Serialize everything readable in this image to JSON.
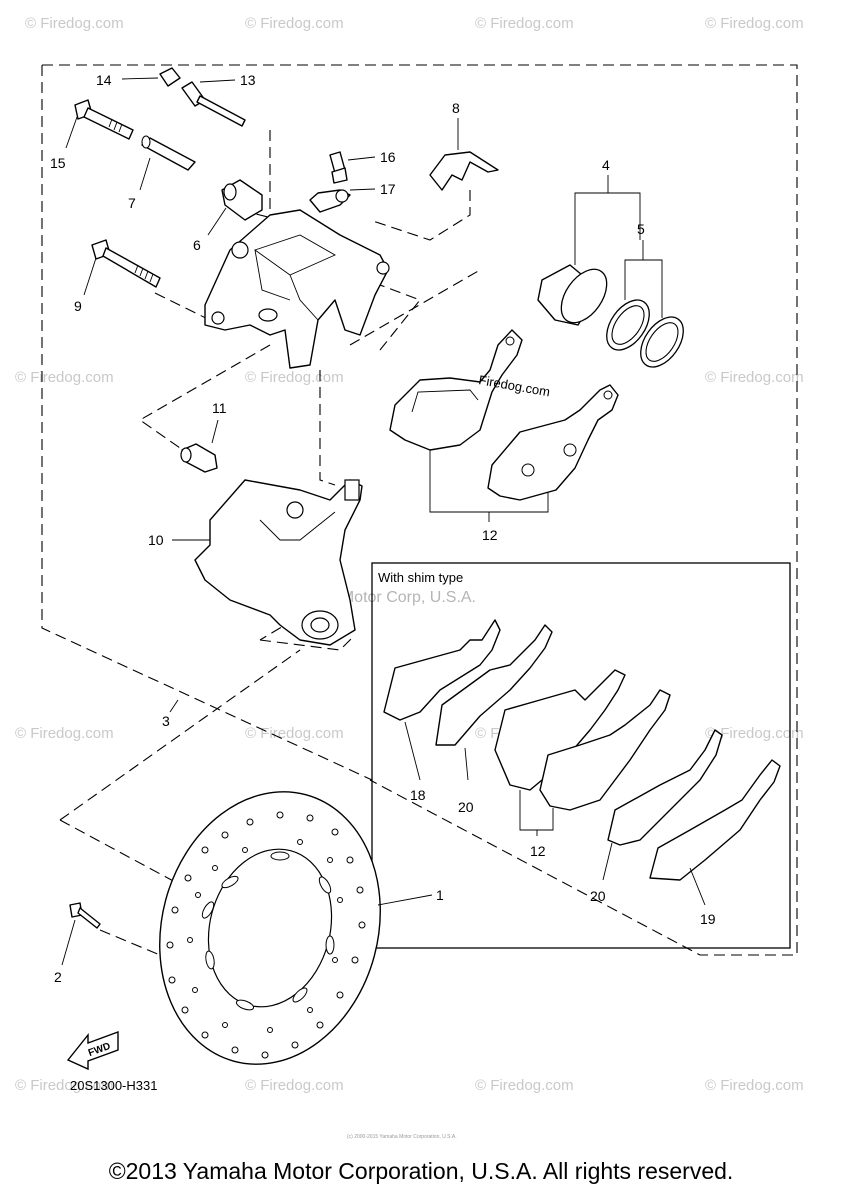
{
  "watermarks": {
    "text": "© Firedog.com",
    "center": "Yamaha Motor Corp, U.S.A.",
    "pad_text": "Firedog.com"
  },
  "callouts": {
    "c1": "1",
    "c2": "2",
    "c3": "3",
    "c4": "4",
    "c5": "5",
    "c6": "6",
    "c7": "7",
    "c8": "8",
    "c9": "9",
    "c10": "10",
    "c11": "11",
    "c12": "12",
    "c13": "13",
    "c14": "14",
    "c15": "15",
    "c16": "16",
    "c17": "17",
    "c18": "18",
    "c19": "19",
    "c20": "20"
  },
  "inset_title": "With shim type",
  "fwd_label": "FWD",
  "diagram_code": "20S1300-H331",
  "small_print": "(c) 2000-2015 Yamaha Motor Corporation, U.S.A.",
  "copyright": "©2013 Yamaha Motor Corporation, U.S.A. All rights reserved."
}
